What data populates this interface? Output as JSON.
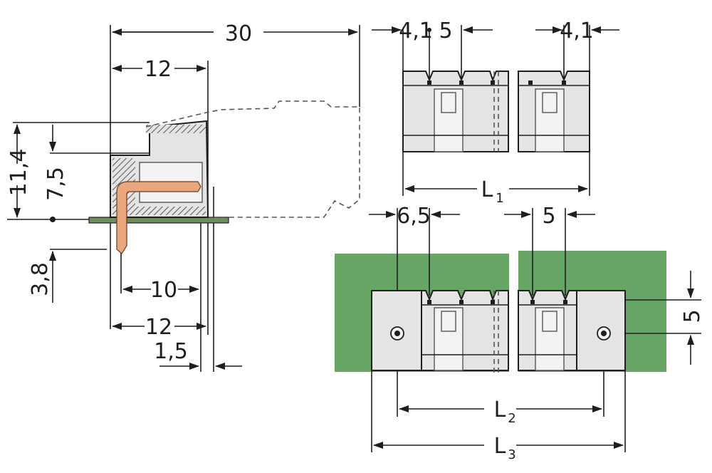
{
  "colors": {
    "board_green": "#66a563",
    "housing_grey": "#e4e4e4",
    "pin_copper": "#e9a77b",
    "line": "#1e1e1e"
  },
  "side_view": {
    "dim_overall_width": "30",
    "dim_top_12": "12",
    "dim_height_11_4": "11,4",
    "dim_height_7_5": "7,5",
    "dim_pin_3_8": "3,8",
    "dim_pin_10": "10",
    "dim_bottom_12": "12",
    "dim_1_5": "1,5"
  },
  "top_view": {
    "dim_left_4_1": "4,1",
    "dim_pitch_5": "5",
    "dim_right_4_1": "4,1",
    "label_L": "L",
    "label_L_sub": "1"
  },
  "bottom_view": {
    "dim_6_5": "6,5",
    "dim_pitch_5": "5",
    "dim_vertical_5": "5",
    "label_L2": "L",
    "label_L2_sub": "2",
    "label_L3": "L",
    "label_L3_sub": "3"
  }
}
